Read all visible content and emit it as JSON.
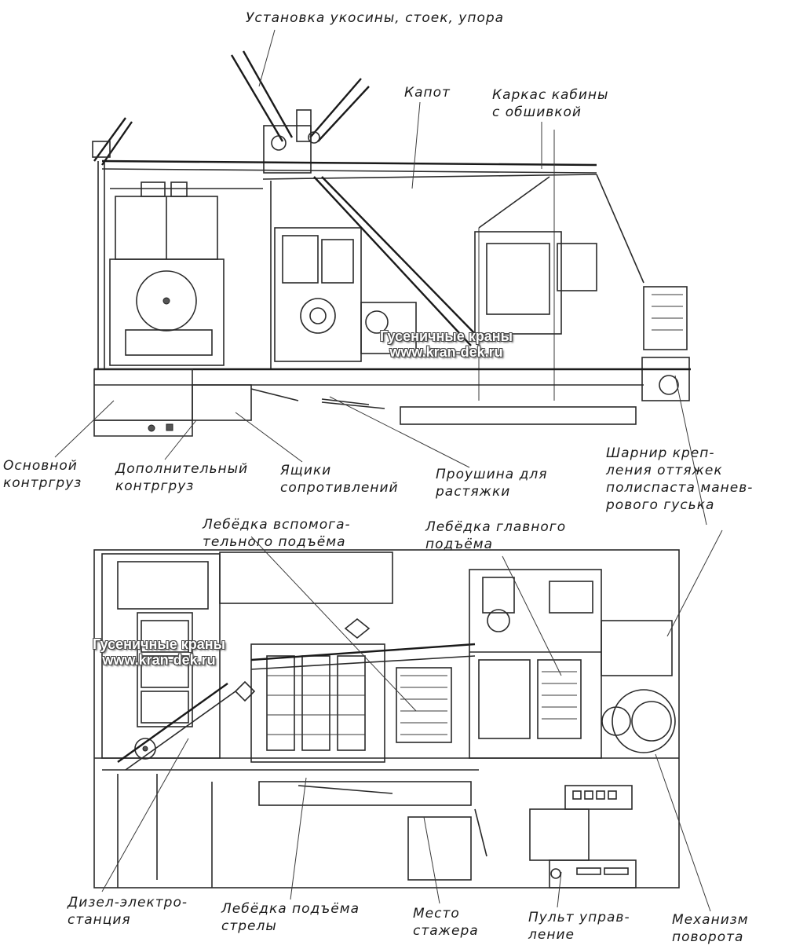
{
  "top_view": {
    "labels": {
      "boom_install": "Установка укосины, стоек, упора",
      "hood": "Капот",
      "cabin_frame": [
        "Каркас кабины",
        "с обшивкой"
      ],
      "main_counterweight": [
        "Основной",
        "контргруз"
      ],
      "extra_counterweight": [
        "Дополнительный",
        "контргруз"
      ],
      "resistor_boxes": [
        "Ящики",
        "сопротивлений"
      ],
      "bracing_lug": [
        "Проушина для",
        "растяжки"
      ],
      "hinge": [
        "Шарнир креп-",
        "ления оттяжек",
        "полиспаста манев-",
        "рового гуська"
      ]
    },
    "watermark": [
      "Гусеничные краны",
      "www.kran-dek.ru"
    ]
  },
  "plan_view": {
    "labels": {
      "aux_winch": [
        "Лебёдка вспомога-",
        "тельного подъёма"
      ],
      "main_winch": [
        "Лебёдка главного",
        "подъёма"
      ],
      "diesel_station": [
        "Дизел-электро-",
        "станция"
      ],
      "boom_winch": [
        "Лебёдка подъёма",
        "стрелы"
      ],
      "trainee_seat": [
        "Место",
        "стажера"
      ],
      "control_panel": [
        "Пульт управ-",
        "ление"
      ],
      "slewing_mech": [
        "Механизм",
        "поворота"
      ]
    },
    "watermark": [
      "Гусеничные краны",
      "www.kran-dek.ru"
    ]
  }
}
